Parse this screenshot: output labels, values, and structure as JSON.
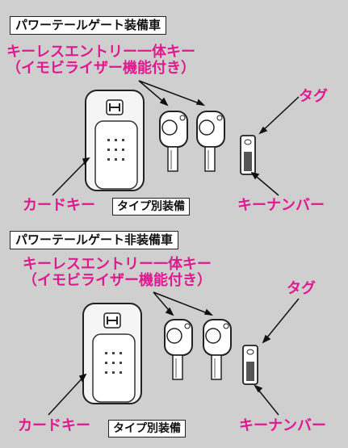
{
  "sections": [
    {
      "title": "パワーテールゲート装備車",
      "keyless_line1": "キーレスエントリー一体キー",
      "keyless_line2": "（イモビライザー機能付き）",
      "tag": "タグ",
      "card_key": "カードキー",
      "type_note": "タイプ別装備",
      "key_number": "キーナンバー"
    },
    {
      "title": "パワーテールゲート非装備車",
      "keyless_line1": "キーレスエントリー一体キー",
      "keyless_line2": "（イモビライザー機能付き）",
      "tag": "タグ",
      "card_key": "カードキー",
      "type_note": "タイプ別装備",
      "key_number": "キーナンバー"
    }
  ],
  "colors": {
    "background": "#cfcfcf",
    "label_magenta": "#e0198f",
    "box_border": "#222222"
  }
}
